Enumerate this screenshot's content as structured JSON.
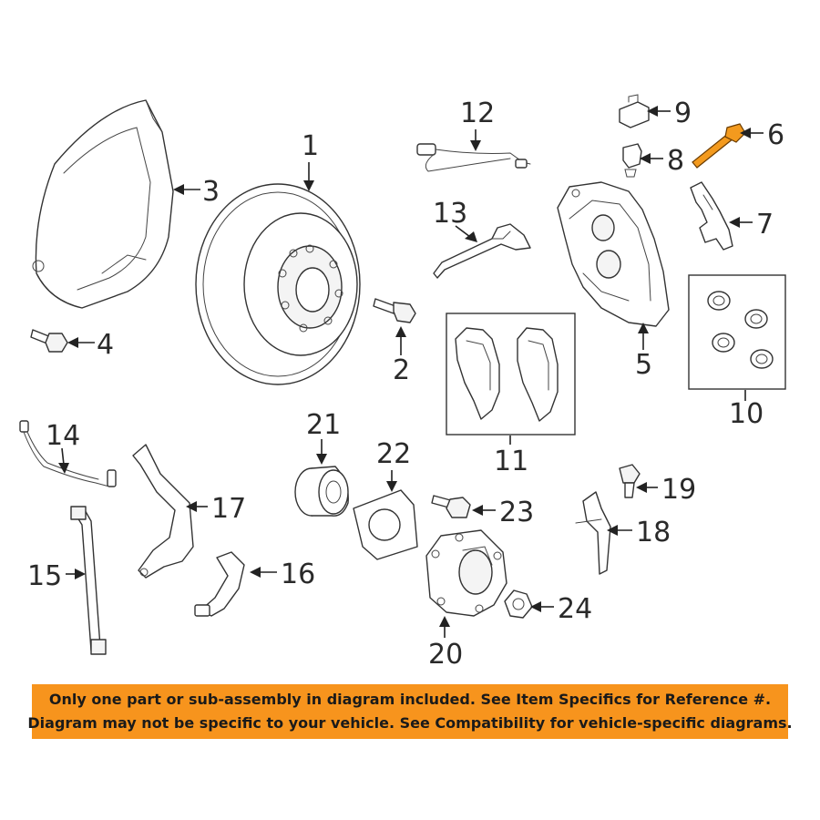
{
  "callouts": {
    "c1": "1",
    "c2": "2",
    "c3": "3",
    "c4": "4",
    "c5": "5",
    "c6": "6",
    "c7": "7",
    "c8": "8",
    "c9": "9",
    "c10": "10",
    "c11": "11",
    "c12": "12",
    "c13": "13",
    "c14": "14",
    "c15": "15",
    "c16": "16",
    "c17": "17",
    "c18": "18",
    "c19": "19",
    "c20": "20",
    "c21": "21",
    "c22": "22",
    "c23": "23",
    "c24": "24"
  },
  "highlight_part": "6",
  "colors": {
    "banner_bg": "#f7941d",
    "highlight_part": "#f39a1e",
    "line": "#333333"
  },
  "banner": {
    "line1": "Only one part or sub-assembly in diagram included. See Item Specifics for Reference #.",
    "line2": "Diagram may not be specific to your vehicle. See Compatibility for vehicle-specific diagrams."
  }
}
